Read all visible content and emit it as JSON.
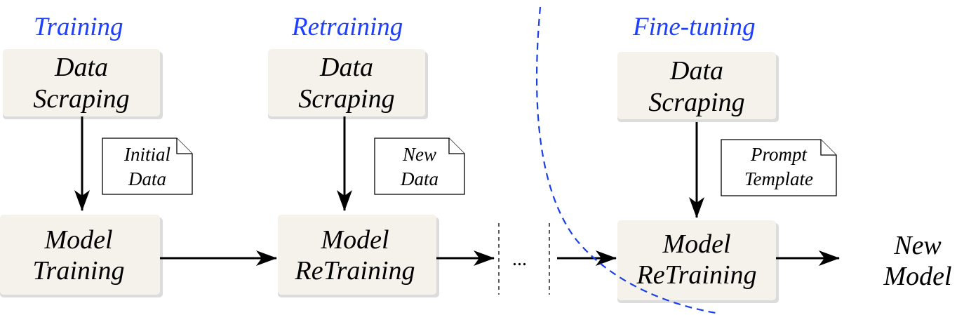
{
  "sections": {
    "training": "Training",
    "retraining": "Retraining",
    "finetuning": "Fine-tuning"
  },
  "boxes": {
    "scraping1": [
      "Data",
      "Scraping"
    ],
    "scraping2": [
      "Data",
      "Scraping"
    ],
    "scraping3": [
      "Data",
      "Scraping"
    ],
    "model1": [
      "Model",
      "Training"
    ],
    "model2": [
      "Model",
      "ReTraining"
    ],
    "model3": [
      "Model",
      "ReTraining"
    ]
  },
  "docs": {
    "initial": [
      "Initial",
      "Data"
    ],
    "new": [
      "New",
      "Data"
    ],
    "prompt": [
      "Prompt",
      "Template"
    ]
  },
  "ellipsis": "...",
  "output": [
    "New",
    "Model"
  ],
  "colors": {
    "section_title": "#1f3fff",
    "box_fill": "#f4f2ea",
    "curve": "#1a3fe6"
  }
}
